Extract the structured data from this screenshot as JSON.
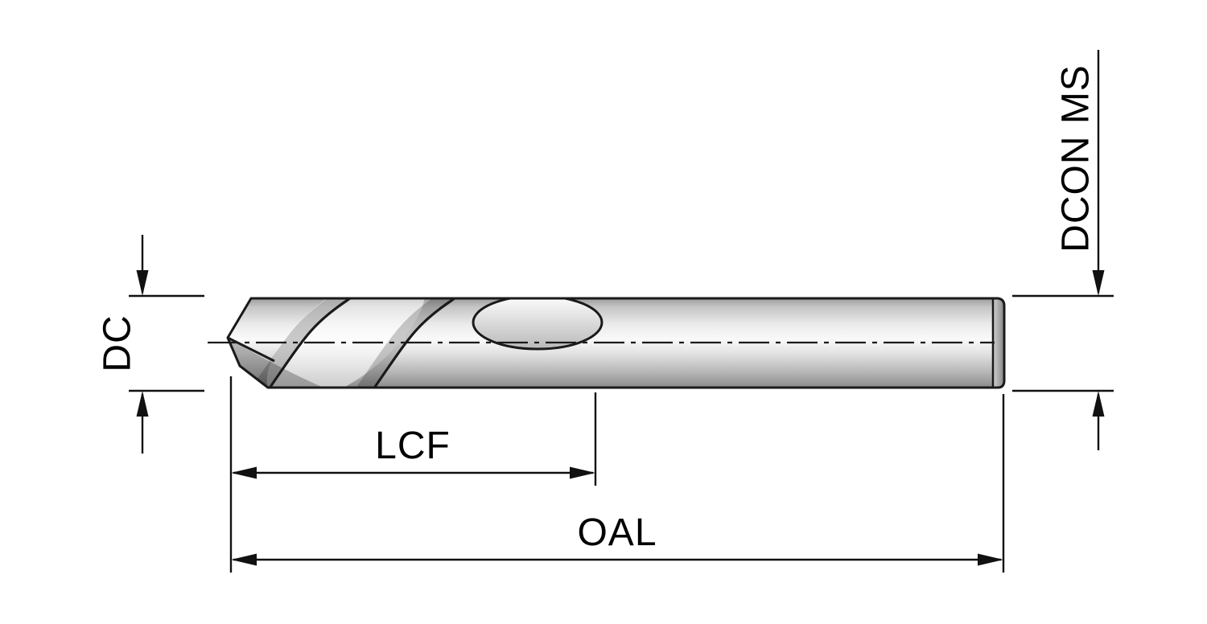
{
  "diagram": {
    "title": "drill-dimension-drawing",
    "labels": {
      "dc": "DC",
      "lcf": "LCF",
      "oal": "OAL",
      "dcon": "DCON MS"
    },
    "colors": {
      "outline": "#1a1a1a",
      "dimension": "#111111",
      "background": "#ffffff"
    }
  }
}
